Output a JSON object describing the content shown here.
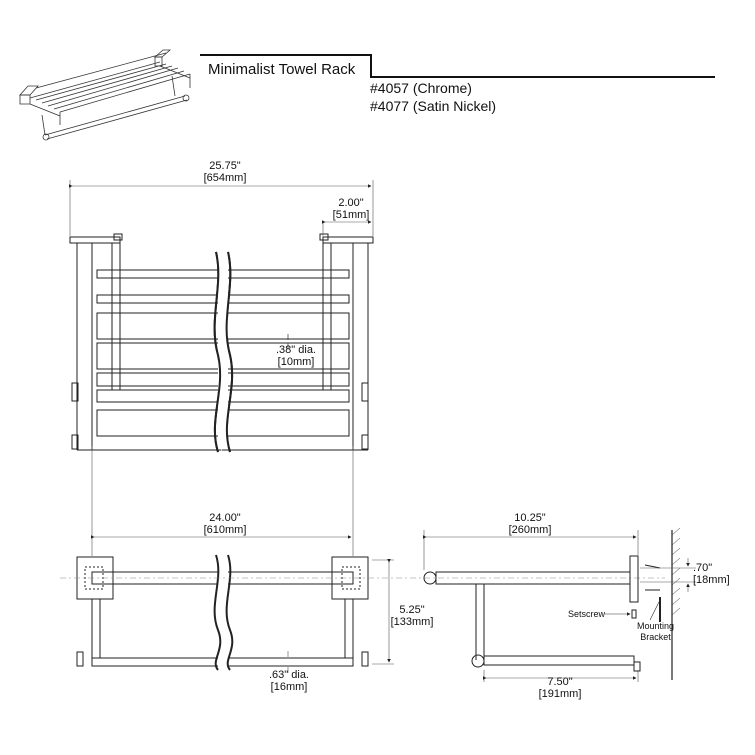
{
  "header": {
    "product_name": "Minimalist Towel Rack",
    "models": [
      "#4057 (Chrome)",
      "#4077 (Satin Nickel)"
    ]
  },
  "dimensions": {
    "overall_width": {
      "imperial": "25.75\"",
      "metric": "[654mm]"
    },
    "bracket_width": {
      "imperial": "2.00\"",
      "metric": "[51mm]"
    },
    "shelf_bar_diameter": {
      "imperial": ".38\" dia.",
      "metric": "[10mm]"
    },
    "center_to_center": {
      "imperial": "24.00\"",
      "metric": "[610mm]"
    },
    "projection": {
      "imperial": "10.25\"",
      "metric": "[260mm]"
    },
    "bracket_thickness": {
      "imperial": ".70\"",
      "metric": "[18mm]"
    },
    "bar_drop": {
      "imperial": "5.25\"",
      "metric": "[133mm]"
    },
    "towel_bar_diameter": {
      "imperial": ".63\" dia.",
      "metric": "[16mm]"
    },
    "towel_bar_depth": {
      "imperial": "7.50\"",
      "metric": "[191mm]"
    }
  },
  "callouts": {
    "setscrew": "Setscrew",
    "mounting_bracket_line1": "Mounting",
    "mounting_bracket_line2": "Bracket"
  }
}
